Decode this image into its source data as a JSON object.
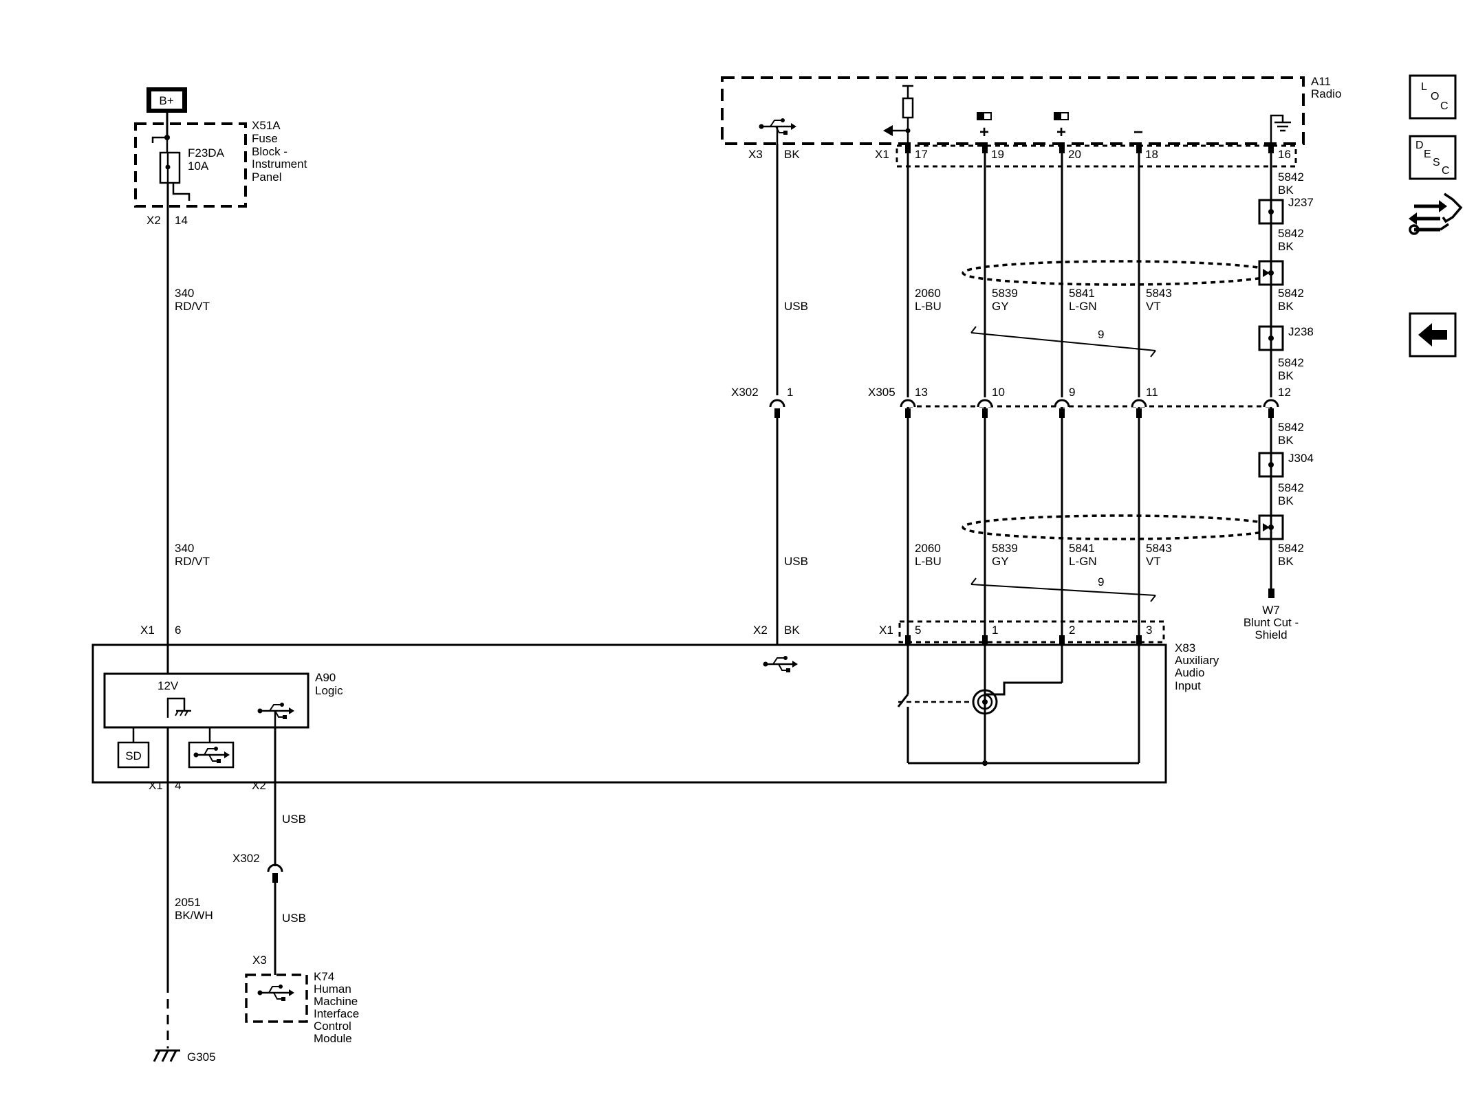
{
  "power": {
    "label": "B+"
  },
  "fuse_block": {
    "lines": [
      "X51A",
      "Fuse",
      "Block -",
      "Instrument",
      "Panel"
    ]
  },
  "fuse": {
    "id": "F23DA",
    "rating": "10A"
  },
  "conn_x2_14": {
    "conn": "X2",
    "pin": "14"
  },
  "wire_340_a": {
    "circuit": "340",
    "color": "RD/VT"
  },
  "wire_340_b": {
    "circuit": "340",
    "color": "RD/VT"
  },
  "x83_x1_6": {
    "conn": "X1",
    "pin": "6"
  },
  "a90": {
    "lines": [
      "A90",
      "Logic"
    ],
    "v12": "12V",
    "sd": "SD"
  },
  "x83_x1_4": {
    "conn": "X1",
    "pin": "4"
  },
  "x83_x2_usb": {
    "conn": "X2"
  },
  "wire_2051": {
    "circuit": "2051",
    "color": "BK/WH"
  },
  "ground": {
    "label": "G305"
  },
  "usb_lower_a": {
    "label": "USB"
  },
  "usb_lower_b": {
    "label": "USB"
  },
  "x302_lower": {
    "label": "X302"
  },
  "k74": {
    "conn": "X3",
    "lines": [
      "K74",
      "Human",
      "Machine",
      "Interface",
      "Control",
      "Module"
    ]
  },
  "radio": {
    "lines": [
      "A11",
      "Radio"
    ]
  },
  "radio_x3": {
    "conn": "X3",
    "color": "BK"
  },
  "radio_x1": {
    "conn": "X1",
    "pins": [
      "17",
      "19",
      "20",
      "18",
      "16"
    ]
  },
  "radio_signs": {
    "plus1": "+",
    "plus2": "+",
    "minus": "−"
  },
  "usb_mid_a": {
    "label": "USB"
  },
  "usb_mid_b": {
    "label": "USB"
  },
  "x302_mid": {
    "label": "X302",
    "pin": "1"
  },
  "x305": {
    "label": "X305",
    "pins": [
      "13",
      "10",
      "9",
      "11",
      "12"
    ]
  },
  "upper_wires": [
    {
      "circuit": "2060",
      "color": "L-BU"
    },
    {
      "circuit": "5839",
      "color": "GY"
    },
    {
      "circuit": "5841",
      "color": "L-GN"
    },
    {
      "circuit": "5843",
      "color": "VT"
    }
  ],
  "lower_wires": [
    {
      "circuit": "2060",
      "color": "L-BU"
    },
    {
      "circuit": "5839",
      "color": "GY"
    },
    {
      "circuit": "5841",
      "color": "L-GN"
    },
    {
      "circuit": "5843",
      "color": "VT"
    }
  ],
  "twist_upper": {
    "count": "9"
  },
  "twist_lower": {
    "count": "9"
  },
  "shield_wires": [
    {
      "circuit": "5842",
      "color": "BK"
    },
    {
      "circuit": "5842",
      "color": "BK"
    },
    {
      "circuit": "5842",
      "color": "BK"
    },
    {
      "circuit": "5842",
      "color": "BK"
    },
    {
      "circuit": "5842",
      "color": "BK"
    },
    {
      "circuit": "5842",
      "color": "BK"
    },
    {
      "circuit": "5842",
      "color": "BK"
    }
  ],
  "splices": {
    "j237": "J237",
    "j238": "J238",
    "j304": "J304"
  },
  "w7": {
    "lines": [
      "W7",
      "Blunt Cut -",
      "Shield"
    ]
  },
  "x83": {
    "lines": [
      "X83",
      "Auxiliary",
      "Audio",
      "Input"
    ]
  },
  "x83_x2": {
    "conn": "X2",
    "color": "BK"
  },
  "x83_x1": {
    "conn": "X1",
    "pins": [
      "5",
      "1",
      "2",
      "3"
    ]
  },
  "nav": {
    "loc": [
      "L",
      "O",
      "C"
    ],
    "desc": [
      "D",
      "E",
      "S",
      "C"
    ],
    "icons": [
      "connector-swap-icon",
      "back-arrow-icon"
    ]
  }
}
